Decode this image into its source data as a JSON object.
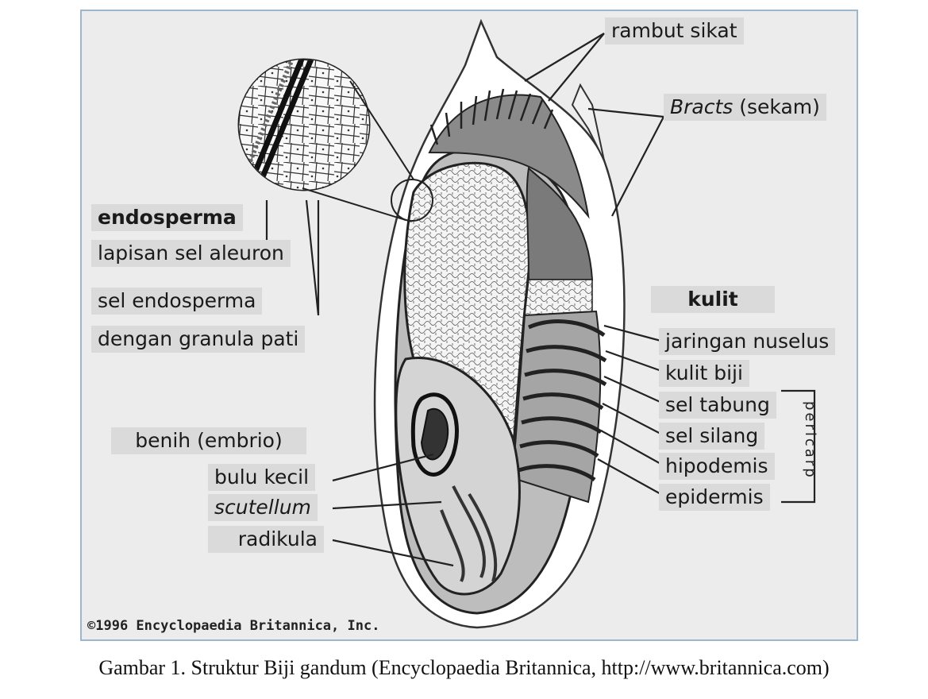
{
  "labels": {
    "rambut_sikat": "rambut sikat",
    "bracts": "Bracts",
    "sekam": " (sekam)",
    "endosperma": "endosperma",
    "lapisan_aleuron": "lapisan sel aleuron",
    "sel_endosperma": "sel endosperma",
    "granula_pati": "dengan granula pati",
    "kulit": "kulit",
    "jaringan_nuselus": "jaringan nuselus",
    "kulit_biji": "kulit biji",
    "sel_tabung": "sel tabung",
    "sel_silang": "sel silang",
    "hipodemis": "hipodemis",
    "epidermis": "epidermis",
    "pericarp": "pericarp",
    "benih": "benih (embrio)",
    "bulu_kecil": "bulu kecil",
    "scutellum": "scutellum",
    "radikula": "radikula"
  },
  "copyright": "©1996 Encyclopaedia Britannica, Inc.",
  "caption": "Gambar 1. Struktur Biji gandum (Encyclopaedia Britannica, http://www.britannica.com)"
}
